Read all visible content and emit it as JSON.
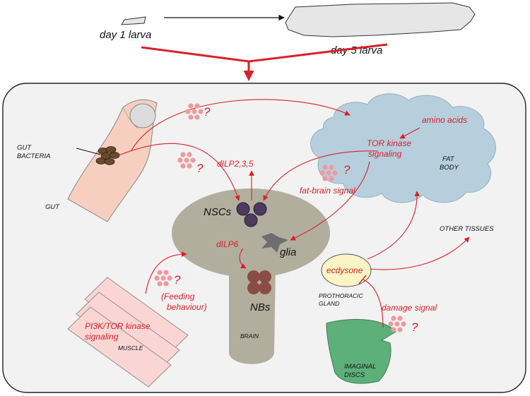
{
  "top": {
    "day1_label": "day 1 larva",
    "day5_label": "day 5 larva"
  },
  "labels": {
    "gut_bacteria_1": "GUT",
    "gut_bacteria_2": "BACTERIA",
    "gut": "GUT",
    "muscle": "MUSCLE",
    "pi3k_1": "PI3K/TOR kinase",
    "pi3k_2": "signaling",
    "feeding": "(Feeding",
    "feeding_2": "behaviour)",
    "nscs": "NSCs",
    "glia": "glia",
    "nbs": "NBs",
    "brain": "BRAIN",
    "dilp235": "dILP2,3,5",
    "dilp6": "dILP6",
    "fat_brain": "fat-brain signal",
    "tor_1": "TOR kinase",
    "tor_2": "signaling",
    "amino": "amino acids",
    "fat_1": "FAT",
    "fat_2": "BODY",
    "other_tissues": "OTHER TISSUES",
    "ecdysone": "ecdysone",
    "pg_1": "PROTHORACIC",
    "pg_2": "GLAND",
    "damage": "damage signal",
    "imaginal_1": "IMAGINAL",
    "imaginal_2": "DISCS",
    "q": "?"
  },
  "colors": {
    "red": "#d8202a",
    "panel_bg": "#f2f2f2",
    "brain": "#b2ae9e",
    "fat_body": "#b7cfdc",
    "gut": "#f7cfc0",
    "muscle": "#f9d6d4",
    "imaginal": "#5db07a",
    "pg": "#fbf4c6",
    "nsc": "#4d3a5e",
    "nb": "#8a4d46",
    "bacteria": "#6b4a2e",
    "dots": "#ef9a9f"
  }
}
